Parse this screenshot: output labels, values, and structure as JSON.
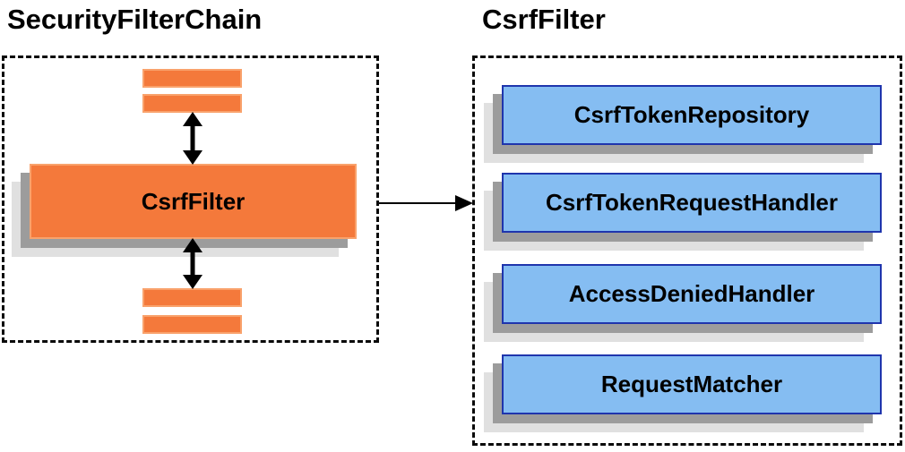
{
  "diagram": {
    "left_panel": {
      "title": "SecurityFilterChain",
      "filter_box_label": "CsrfFilter"
    },
    "right_panel": {
      "title": "CsrfFilter",
      "boxes": [
        {
          "label": "CsrfTokenRepository"
        },
        {
          "label": "CsrfTokenRequestHandler"
        },
        {
          "label": "AccessDeniedHandler"
        },
        {
          "label": "RequestMatcher"
        }
      ]
    },
    "colors": {
      "orange_fill": "#F4793B",
      "orange_border": "#F9A26C",
      "blue_fill": "#85BDF2",
      "blue_border": "#1F35AD",
      "shadow_dark": "#9C9C9C",
      "shadow_light": "#E0E0E0",
      "arrow": "#000000"
    }
  }
}
